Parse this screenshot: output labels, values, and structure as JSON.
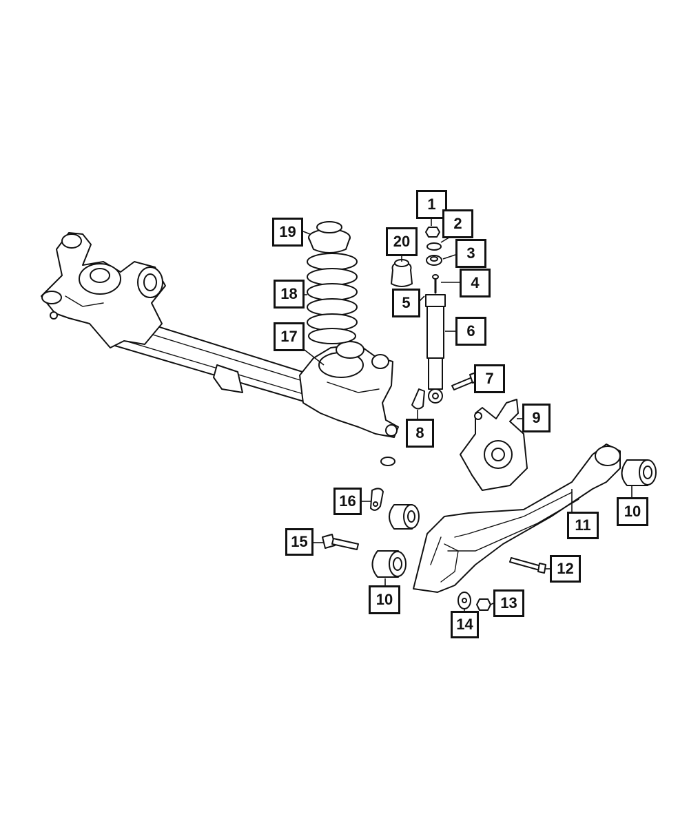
{
  "callouts": [
    {
      "id": "c1",
      "label": "1"
    },
    {
      "id": "c2",
      "label": "2"
    },
    {
      "id": "c3",
      "label": "3"
    },
    {
      "id": "c4",
      "label": "4"
    },
    {
      "id": "c5",
      "label": "5"
    },
    {
      "id": "c6",
      "label": "6"
    },
    {
      "id": "c7",
      "label": "7"
    },
    {
      "id": "c8",
      "label": "8"
    },
    {
      "id": "c9",
      "label": "9"
    },
    {
      "id": "c10a",
      "label": "10"
    },
    {
      "id": "c10b",
      "label": "10"
    },
    {
      "id": "c11",
      "label": "11"
    },
    {
      "id": "c12",
      "label": "12"
    },
    {
      "id": "c13",
      "label": "13"
    },
    {
      "id": "c14",
      "label": "14"
    },
    {
      "id": "c15",
      "label": "15"
    },
    {
      "id": "c16",
      "label": "16"
    },
    {
      "id": "c17",
      "label": "17"
    },
    {
      "id": "c18",
      "label": "18"
    },
    {
      "id": "c19",
      "label": "19"
    },
    {
      "id": "c20",
      "label": "20"
    }
  ],
  "colors": {
    "line": "#111111",
    "fill": "#ffffff"
  }
}
